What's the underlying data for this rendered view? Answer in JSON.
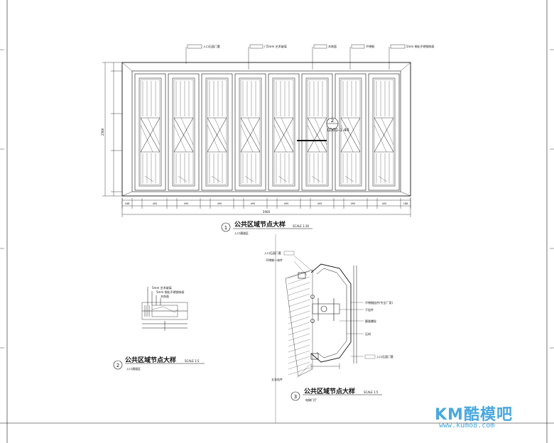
{
  "drawing": {
    "elevation": {
      "number": "1",
      "title": "公共区域节点大样",
      "scale": "SCALE 1:30",
      "subtitle": "入口通道区",
      "callout_top": "2",
      "callout_bottom": "LD01-1.40",
      "total_width": "5900",
      "total_height": "2568",
      "tags": [
        "入口石面门套",
        "门5mm 艺术玻璃",
        "木饰面",
        "不锈钢",
        "5mm 钢化不锈钢饰条"
      ],
      "top_dims": [
        "188",
        "405",
        "495",
        "495",
        "495",
        "495",
        "495",
        "495",
        "405",
        "188"
      ]
    },
    "detail2": {
      "number": "2",
      "title": "公共区域节点大样",
      "scale": "SCALE 1:5",
      "subtitle": "入口通道区",
      "notes": [
        "5mm 艺术玻璃",
        "5mm 钢化不锈钢饰条",
        "木饰面"
      ]
    },
    "detail3": {
      "number": "3",
      "title": "公共区域节点大样",
      "scale": "SCALE 1:5",
      "subtitle": "电梯门厅",
      "notes_left": [
        "入口石面门套",
        "不锈钢一体件"
      ],
      "notes_right": [
        "不锈钢挂件(专业厂家)",
        "干挂件",
        "膨胀螺栓",
        "石材"
      ],
      "note_bottom": "入口石面门套",
      "note_bottom_left": "五金挂件"
    }
  },
  "watermark": {
    "brand": "KM酷模吧",
    "url": "www.kumo8.com"
  },
  "colors": {
    "line": "#111111",
    "watermark": "#4aa8e0"
  }
}
